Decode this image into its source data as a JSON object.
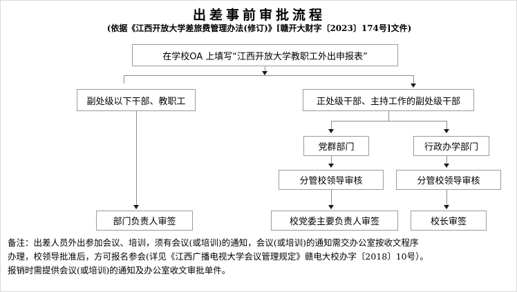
{
  "header": {
    "title": "出差事前审批流程",
    "subtitle": "(依据《江西开放大学差旅费管理办法(修订)》[赣开大财字〔2023〕174号]文件)"
  },
  "flow": {
    "nodes": [
      {
        "id": "oa-form",
        "label": "在学校OA 上填写“江西开放大学教职工外出申报表”"
      },
      {
        "id": "branch-left",
        "label": "副处级以下干部、教职工"
      },
      {
        "id": "branch-right",
        "label": "正处级干部、主持工作的副处级干部"
      },
      {
        "id": "party-dept",
        "label": "党群部门"
      },
      {
        "id": "admin-dept",
        "label": "行政办学部门"
      },
      {
        "id": "leader-review-left",
        "label": "分管校领导审核"
      },
      {
        "id": "leader-review-right",
        "label": "分管校领导审核"
      },
      {
        "id": "dept-head-sign",
        "label": "部门负责人审签"
      },
      {
        "id": "party-sec-sign",
        "label": "校党委主要负责人审签"
      },
      {
        "id": "president-sign",
        "label": "校长审签"
      }
    ],
    "line_color": "#8c8c8c",
    "border_color": "#9a9a9a",
    "arrow_color": "#1a1a1a"
  },
  "footnote": {
    "lines": [
      "备注：出差人员外出参加会议、培训，须有会议(或培训)的通知，会议(或培训)的通知需交办公室按收文程序",
      "办理，校领导批准后，方可报名参会(详见《江西广播电视大学会议管理规定》赣电大校办字〔2018〕10号）。",
      "报销时需提供会议(或培训)的通知及办公室收文审批单件。"
    ]
  }
}
